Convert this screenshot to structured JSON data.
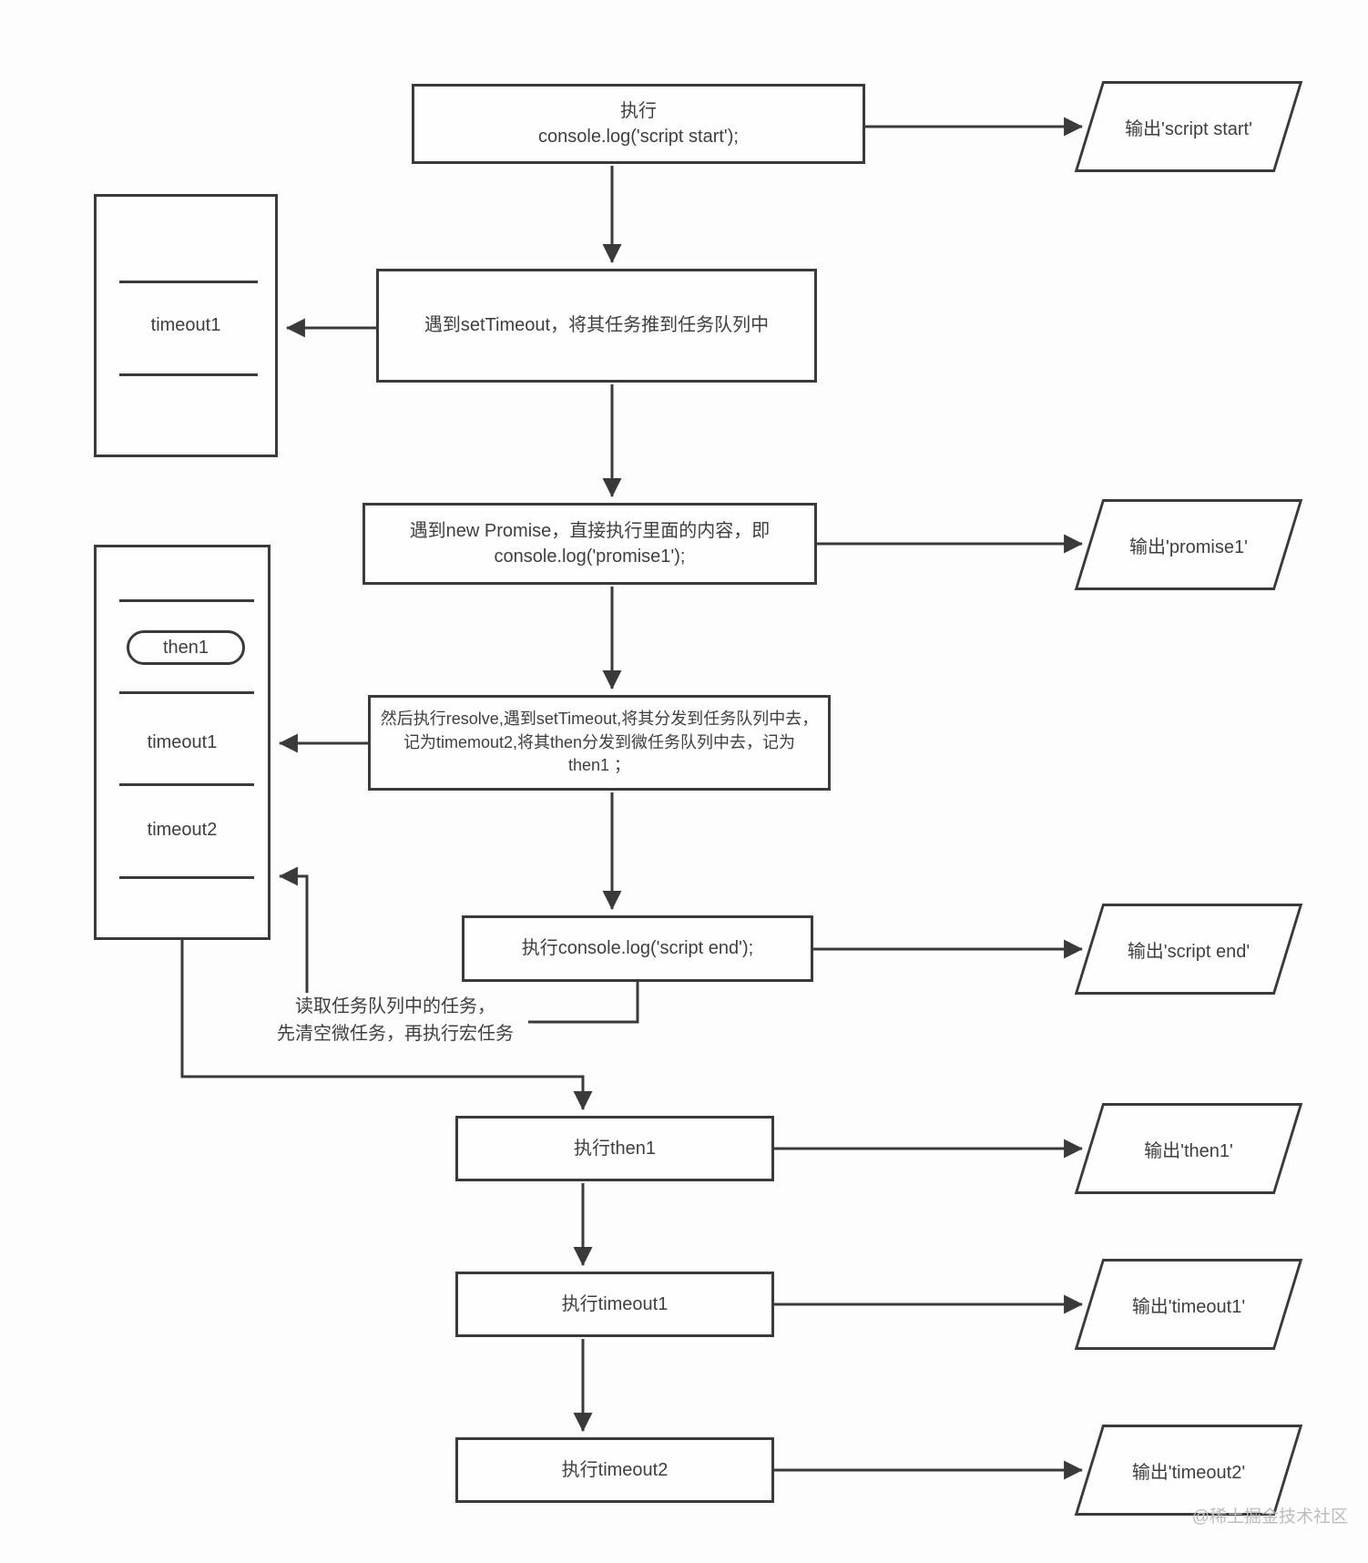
{
  "diagram": {
    "nodes": {
      "script_start": {
        "line1": "执行",
        "line2": "console.log('script start');"
      },
      "settimeout": {
        "line1": "遇到setTimeout，将其任务推到任务队列中"
      },
      "promise": {
        "line1": "遇到new Promise，直接执行里面的内容，即",
        "line2": "console.log('promise1');"
      },
      "resolve": {
        "line1": "然后执行resolve,遇到setTimeout,将其分发到任务队列中去，",
        "line2": "记为timemout2,将其then分发到微任务队列中去，记为",
        "line3": "then1 ；"
      },
      "script_end": {
        "line1": "执行console.log('script end');"
      },
      "run_then1": {
        "line1": "执行then1"
      },
      "run_timeout1": {
        "line1": "执行timeout1"
      },
      "run_timeout2": {
        "line1": "执行timeout2"
      }
    },
    "outputs": {
      "script_start": "输出'script start'",
      "promise1": "输出'promise1'",
      "script_end": "输出'script end'",
      "then1": "输出'then1'",
      "timeout1": "输出'timeout1'",
      "timeout2": "输出'timeout2'"
    },
    "queue1": {
      "item1": "timeout1"
    },
    "queue2": {
      "micro": "then1",
      "item1": "timeout1",
      "item2": "timeout2"
    },
    "note": {
      "line1": "读取任务队列中的任务，",
      "line2": "先清空微任务，再执行宏任务"
    },
    "watermark": "@稀土掘金技术社区",
    "colors": {
      "line": "#3a3a3a",
      "text": "#3f3f3f",
      "watermark": "#bcbcbc",
      "background": "#fdfdfd"
    }
  }
}
